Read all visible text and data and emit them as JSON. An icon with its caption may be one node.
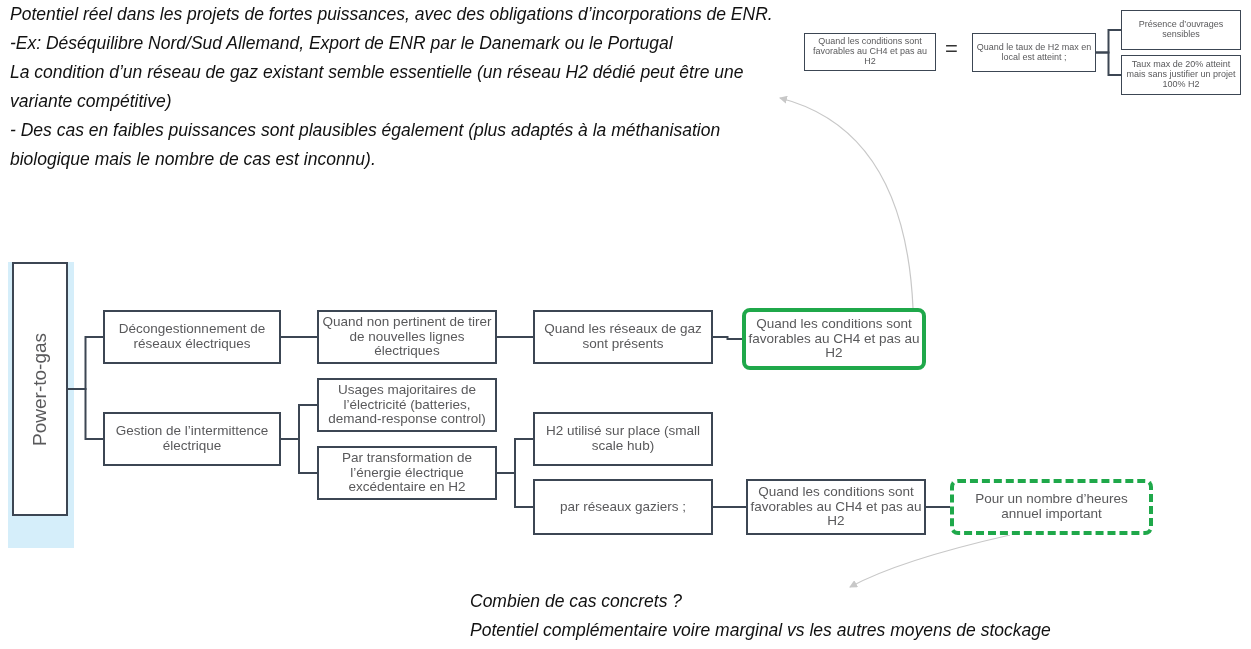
{
  "diagram": {
    "nodes": [
      {
        "text": [
          "Power-to-gas"
        ]
      },
      {
        "text": [
          "Décongestionnement de réseaux électriques"
        ]
      },
      {
        "text": [
          "Gestion de l’intermittence électrique"
        ]
      },
      {
        "text": [
          "Quand non pertinent de tirer de nouvelles lignes électriques"
        ]
      },
      {
        "text": [
          "Usages majoritaires de l’électricité (batteries, demand-response control)"
        ]
      },
      {
        "text": [
          "Par transformation de l’énergie électrique excédentaire en H2"
        ]
      },
      {
        "text": [
          "Quand les réseaux de gaz sont présents"
        ]
      },
      {
        "text": [
          "H2 utilisé sur place (small scale hub)"
        ]
      },
      {
        "text": [
          "par réseaux gaziers ;"
        ]
      },
      {
        "text": [
          "Quand les conditions sont favorables au CH4 et pas au H2"
        ]
      },
      {
        "text": [
          "Quand les conditions sont favorables au CH4 et pas au H2"
        ]
      },
      {
        "text": [
          "Pour un nombre d’heures annuel important"
        ]
      },
      {
        "text": [
          "Quand les conditions sont favorables au CH4 et pas au H2"
        ]
      },
      {
        "text": [
          "Quand le taux de H2 max en local est atteint ;"
        ]
      },
      {
        "text": [
          "Présence d’ouvrages sensibles"
        ]
      },
      {
        "text": [
          "Taux max de 20% atteint mais sans justifier un projet 100% H2"
        ]
      },
      {
        "text": [
          "Potentiel réel dans les projets de fortes puissances, avec des obligations d’incorporations de ENR.",
          "-Ex: Déséquilibre Nord/Sud Allemand, Export de ENR par le Danemark ou le Portugal",
          "La condition d’un réseau de gaz existant semble essentielle (un réseau H2 dédié peut être une variante compétitive)",
          "- Des cas en faibles puissances sont plausibles également (plus adaptés à la méthanisation biologique mais le nombre de cas est inconnu)."
        ]
      },
      {
        "text": [
          "Combien de cas concrets ?",
          "Potentiel complémentaire voire marginal vs les autres moyens de stockage"
        ]
      }
    ],
    "edges": [
      {
        "from": 0,
        "to": 1,
        "arrow": "none"
      },
      {
        "from": 0,
        "to": 2,
        "arrow": "none"
      },
      {
        "from": 1,
        "to": 3,
        "arrow": "none"
      },
      {
        "from": 3,
        "to": 6,
        "arrow": "none"
      },
      {
        "from": 6,
        "to": 9,
        "arrow": "none"
      },
      {
        "from": 2,
        "to": 4,
        "arrow": "none"
      },
      {
        "from": 2,
        "to": 5,
        "arrow": "none"
      },
      {
        "from": 5,
        "to": 7,
        "arrow": "none"
      },
      {
        "from": 5,
        "to": 8,
        "arrow": "none"
      },
      {
        "from": 8,
        "to": 10,
        "arrow": "none"
      },
      {
        "from": 10,
        "to": 11,
        "arrow": "none"
      },
      {
        "from": 13,
        "to": 14,
        "arrow": "none"
      },
      {
        "from": 13,
        "to": 15,
        "arrow": "none"
      },
      {
        "from": 9,
        "to": 16,
        "arrow": "to",
        "color": "#c8c8c8"
      },
      {
        "from": 11,
        "to": 17,
        "arrow": "to",
        "color": "#c8c8c8"
      }
    ],
    "labels": [
      "="
    ]
  }
}
